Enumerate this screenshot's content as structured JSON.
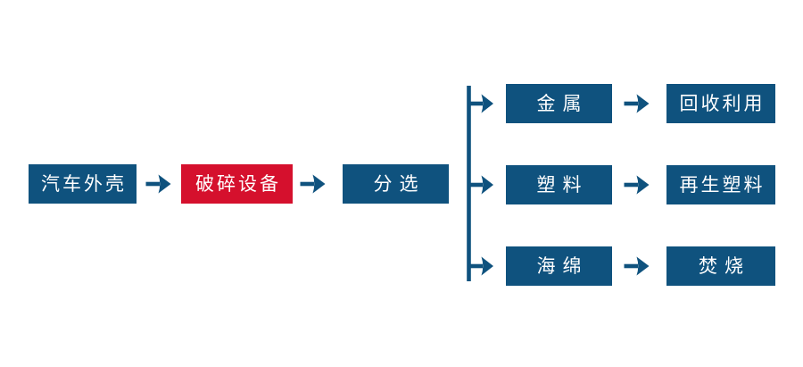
{
  "colors": {
    "box_blue": "#0F527E",
    "box_red": "#D5102D",
    "arrow_blue": "#0F527E",
    "label_text": "#FFFFFF",
    "background": "#FFFFFF"
  },
  "flow": {
    "stages": [
      {
        "label": "汽车外壳",
        "variant": "blue"
      },
      {
        "label": "破碎设备",
        "variant": "red"
      },
      {
        "label": "分选",
        "variant": "blue"
      }
    ],
    "branches": [
      {
        "material": "金属",
        "outcome": "回收利用"
      },
      {
        "material": "塑料",
        "outcome": "再生塑料"
      },
      {
        "material": "海绵",
        "outcome": "焚烧"
      }
    ]
  }
}
